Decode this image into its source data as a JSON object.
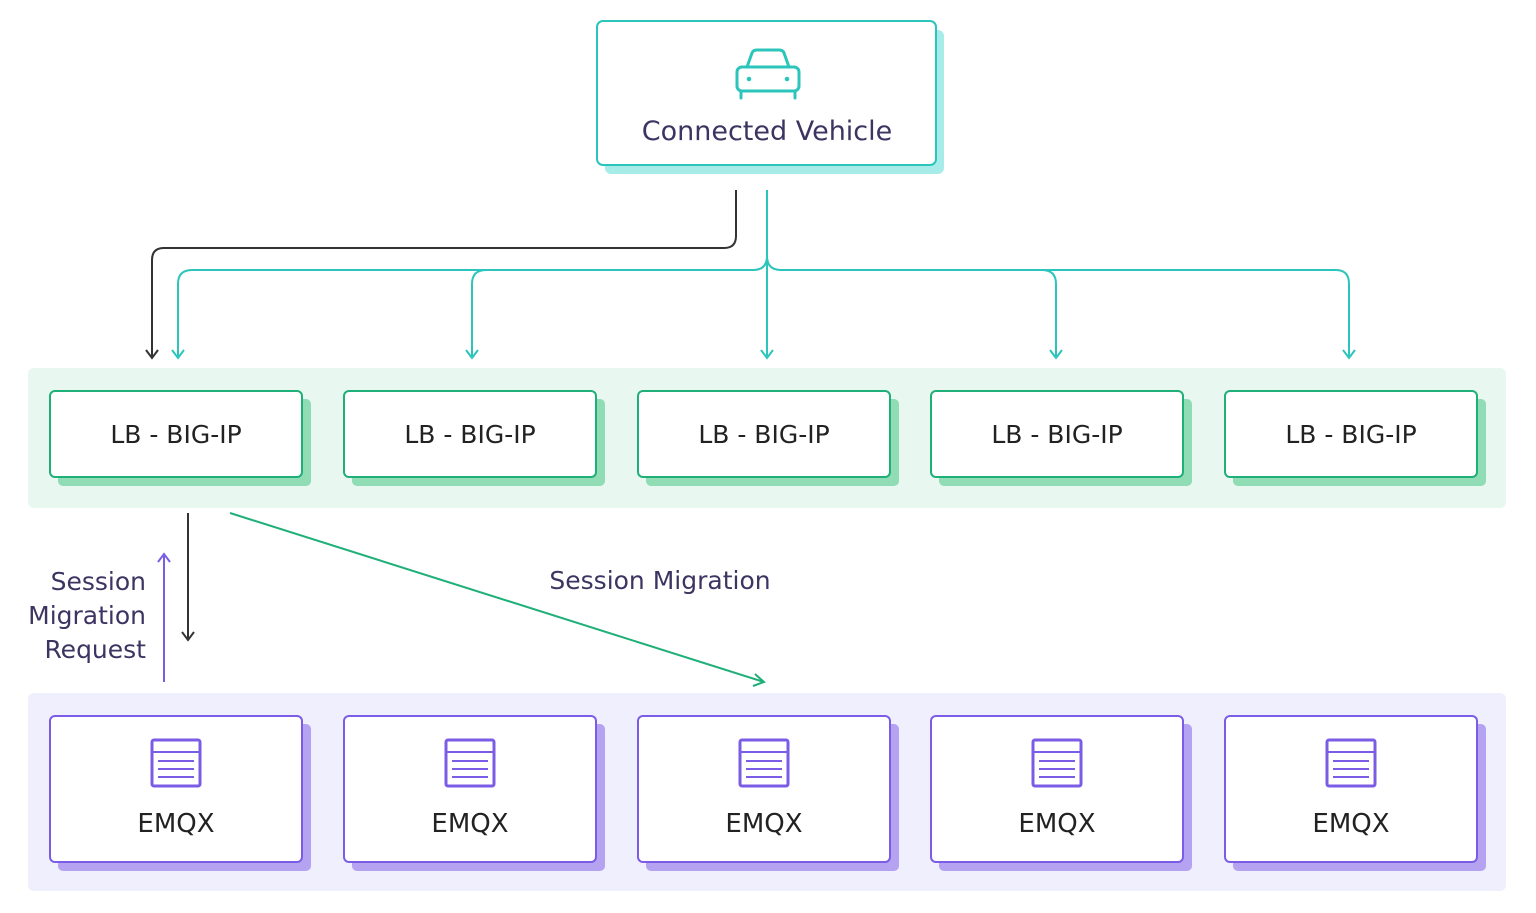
{
  "vehicle": {
    "label": "Connected Vehicle",
    "icon": "car-icon"
  },
  "load_balancers": [
    {
      "label": "LB - BIG-IP"
    },
    {
      "label": "LB - BIG-IP"
    },
    {
      "label": "LB - BIG-IP"
    },
    {
      "label": "LB - BIG-IP"
    },
    {
      "label": "LB - BIG-IP"
    }
  ],
  "brokers": [
    {
      "label": "EMQX",
      "icon": "server-icon"
    },
    {
      "label": "EMQX",
      "icon": "server-icon"
    },
    {
      "label": "EMQX",
      "icon": "server-icon"
    },
    {
      "label": "EMQX",
      "icon": "server-icon"
    },
    {
      "label": "EMQX",
      "icon": "server-icon"
    }
  ],
  "annotations": {
    "session_migration_request": [
      "Session",
      "Migration",
      "Request"
    ],
    "session_migration": "Session Migration"
  },
  "colors": {
    "teal": "#2cc5bb",
    "teal_shadow": "#a8ecea",
    "green": "#1faf78",
    "green_shadow": "#8fdcb5",
    "lb_band": "#e9f7f1",
    "purple": "#7b5ce6",
    "purple_shadow": "#b5a3f2",
    "broker_band": "#efeffd",
    "text_dark": "#3d3461",
    "line_dark": "#333333"
  }
}
